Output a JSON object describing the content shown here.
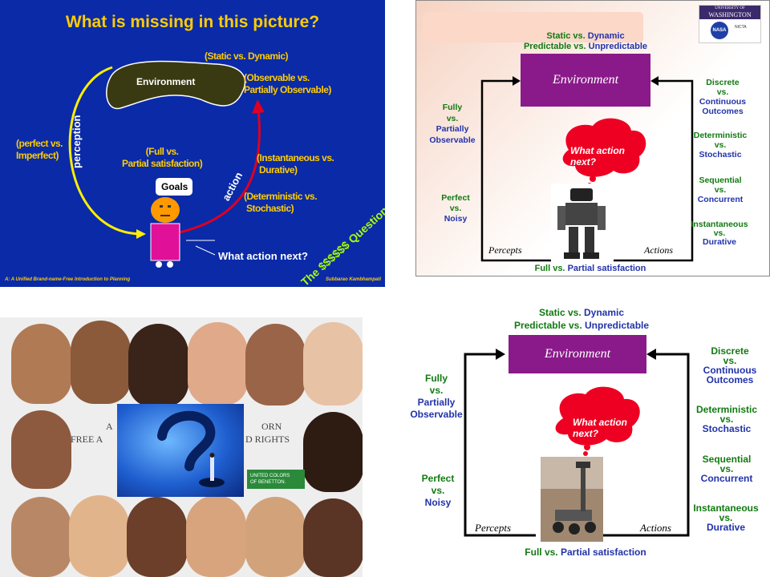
{
  "panel1": {
    "title": "What is missing in this picture?",
    "environment": "Environment",
    "static_dynamic": "(Static vs. Dynamic)",
    "observable": [
      "(Observable vs.",
      "Partially Observable)"
    ],
    "perfect": [
      "(perfect vs.",
      "Imperfect)"
    ],
    "perception": "perception",
    "full": [
      "(Full vs.",
      "Partial satisfaction)"
    ],
    "instantaneous": [
      "(Instantaneous vs.",
      "Durative)"
    ],
    "action": "action",
    "deterministic": [
      "(Deterministic vs.",
      "Stochastic)"
    ],
    "goals": "Goals",
    "what_action": "What action next?",
    "question": "The $$$$$$ Question",
    "footer_left": "A: A  Unified Brand-name-Free Introduction to Planning",
    "footer_right": "Subbarao Kambhampati"
  },
  "panel2": {
    "logo": [
      "UNIVERSITY OF",
      "WASHINGTON"
    ],
    "nasa": "NASA",
    "nicta": "NICTA",
    "static_a": "Static vs.",
    "static_b": "Dynamic",
    "pred_a": "Predictable vs.",
    "pred_b": "Unpredictable",
    "environment": "Environment",
    "fully": [
      "Fully",
      "vs.",
      "Partially",
      "Observable"
    ],
    "discrete": [
      "Discrete",
      "vs.",
      "Continuous",
      "Outcomes"
    ],
    "deterministic": [
      "Deterministic",
      "vs.",
      "Stochastic"
    ],
    "sequential": [
      "Sequential",
      "vs.",
      "Concurrent"
    ],
    "instantaneous": [
      "Instantaneous",
      "vs.",
      "Durative"
    ],
    "perfect": [
      "Perfect",
      "vs.",
      "Noisy"
    ],
    "cloud": [
      "What action",
      "next?"
    ],
    "percepts": "Percepts",
    "actions": "Actions",
    "full_a": "Full vs.",
    "full_b": "Partial satisfaction"
  },
  "panel3": {
    "poster_left": [
      "A",
      "FREE A"
    ],
    "poster_right": [
      "ORN",
      "D RIGHTS"
    ],
    "benetton": [
      "UNITED COLORS",
      "OF BENETTON."
    ]
  },
  "panel4": {
    "static_a": "Static vs.",
    "static_b": "Dynamic",
    "pred_a": "Predictable vs.",
    "pred_b": "Unpredictable",
    "environment": "Environment",
    "fully": [
      "Fully",
      "vs.",
      "Partially",
      "Observable"
    ],
    "discrete": [
      "Discrete",
      "vs.",
      "Continuous",
      "Outcomes"
    ],
    "deterministic": [
      "Deterministic",
      "vs.",
      "Stochastic"
    ],
    "sequential": [
      "Sequential",
      "vs.",
      "Concurrent"
    ],
    "instantaneous": [
      "Instantaneous",
      "vs.",
      "Durative"
    ],
    "perfect": [
      "Perfect",
      "vs.",
      "Noisy"
    ],
    "cloud": [
      "What action",
      "next?"
    ],
    "percepts": "Percepts",
    "actions": "Actions",
    "full_a": "Full vs.",
    "full_b": "Partial satisfaction"
  }
}
